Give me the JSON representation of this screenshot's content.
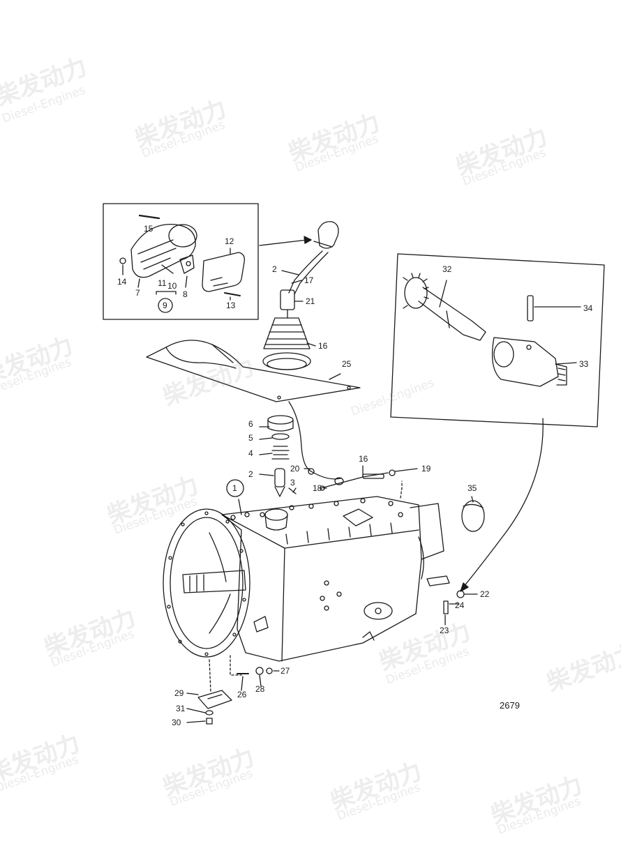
{
  "drawing_number": "2679",
  "watermark": {
    "chinese": "柴发动力",
    "english": "Diesel-Engines"
  },
  "callouts": {
    "c1": "1",
    "c2a": "2",
    "c2b": "2",
    "c3": "3",
    "c4": "4",
    "c5": "5",
    "c6": "6",
    "c7": "7",
    "c8": "8",
    "c9": "9",
    "c10": "10",
    "c11": "11",
    "c12": "12",
    "c13": "13",
    "c14": "14",
    "c15": "15",
    "c16a": "16",
    "c16b": "16",
    "c17": "17",
    "c18": "18",
    "c19": "19",
    "c20": "20",
    "c21": "21",
    "c22": "22",
    "c23": "23",
    "c24": "24",
    "c25": "25",
    "c26": "26",
    "c27": "27",
    "c28": "28",
    "c29": "29",
    "c30": "30",
    "c31": "31",
    "c32": "32",
    "c33": "33",
    "c34": "34",
    "c35": "35"
  }
}
